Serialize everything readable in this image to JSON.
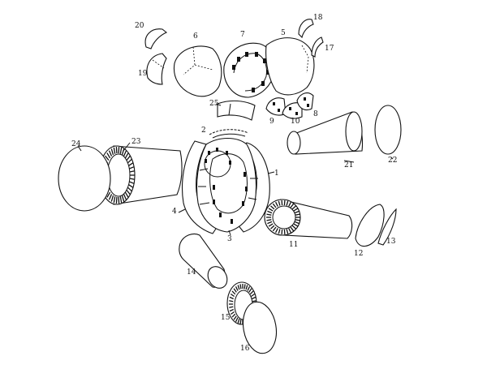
{
  "diagram": {
    "part_labels": {
      "p1": "1",
      "p2": "2",
      "p3": "3",
      "p4": "4",
      "p5": "5",
      "p6": "6",
      "p7": "7",
      "p8": "8",
      "p9": "9",
      "p10": "10",
      "p11": "11",
      "p12": "12",
      "p13": "13",
      "p14": "14",
      "p15": "15",
      "p16": "16",
      "p17": "17",
      "p18": "18",
      "p19": "19",
      "p20": "20",
      "p21": "21",
      "p22": "22",
      "p23": "23",
      "p24": "24",
      "p25": "25"
    }
  },
  "colors": {
    "ink": "#111111",
    "paper": "#ffffff"
  }
}
